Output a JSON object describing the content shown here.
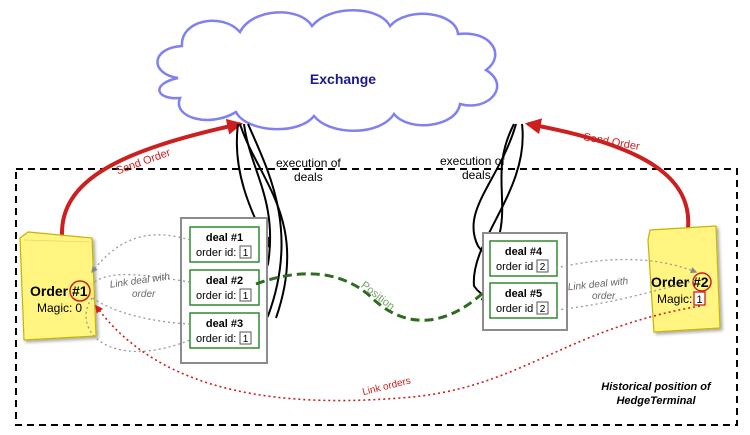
{
  "exchange": {
    "label": "Exchange"
  },
  "edges": {
    "send_order_left": "Send Order",
    "send_order_right": "Send Order",
    "execution_left": [
      "execution of",
      "deals"
    ],
    "execution_right": [
      "execution of",
      "deals"
    ],
    "position": "Position",
    "link_orders": "Link orders",
    "link_deal_left": [
      "Link deal with",
      "order"
    ],
    "link_deal_right": [
      "Link deal with",
      "order"
    ]
  },
  "order1": {
    "title_prefix": "Order ",
    "number": "#1",
    "magic_label": "Magic:",
    "magic_value": "0"
  },
  "order2": {
    "title_prefix": "Order ",
    "number": "#2",
    "magic_label": "Magic:",
    "magic_value": "1"
  },
  "deals_left": [
    {
      "name": "deal #1",
      "order_label": "order id:",
      "order_id": "1"
    },
    {
      "name": "deal #2",
      "order_label": "order id:",
      "order_id": "1"
    },
    {
      "name": "deal #3",
      "order_label": "order id:",
      "order_id": "1"
    }
  ],
  "deals_right": [
    {
      "name": "deal #4",
      "order_label": "order id",
      "order_id": "2"
    },
    {
      "name": "deal #5",
      "order_label": "order id",
      "order_id": "2"
    }
  ],
  "caption": [
    "Historical position of",
    "HedgeTerminal"
  ],
  "colors": {
    "cloud_fill": "#ffffff",
    "cloud_stroke": "#8080f0",
    "exchange_text": "#1a1a8c",
    "send_order": "#cc1f1f",
    "order_fill": "#fff580",
    "order_stroke": "#c8b400",
    "deal_border": "#2e8b2e",
    "position_line": "#2d6b1f",
    "link_orders_line": "#cc1f1f"
  }
}
